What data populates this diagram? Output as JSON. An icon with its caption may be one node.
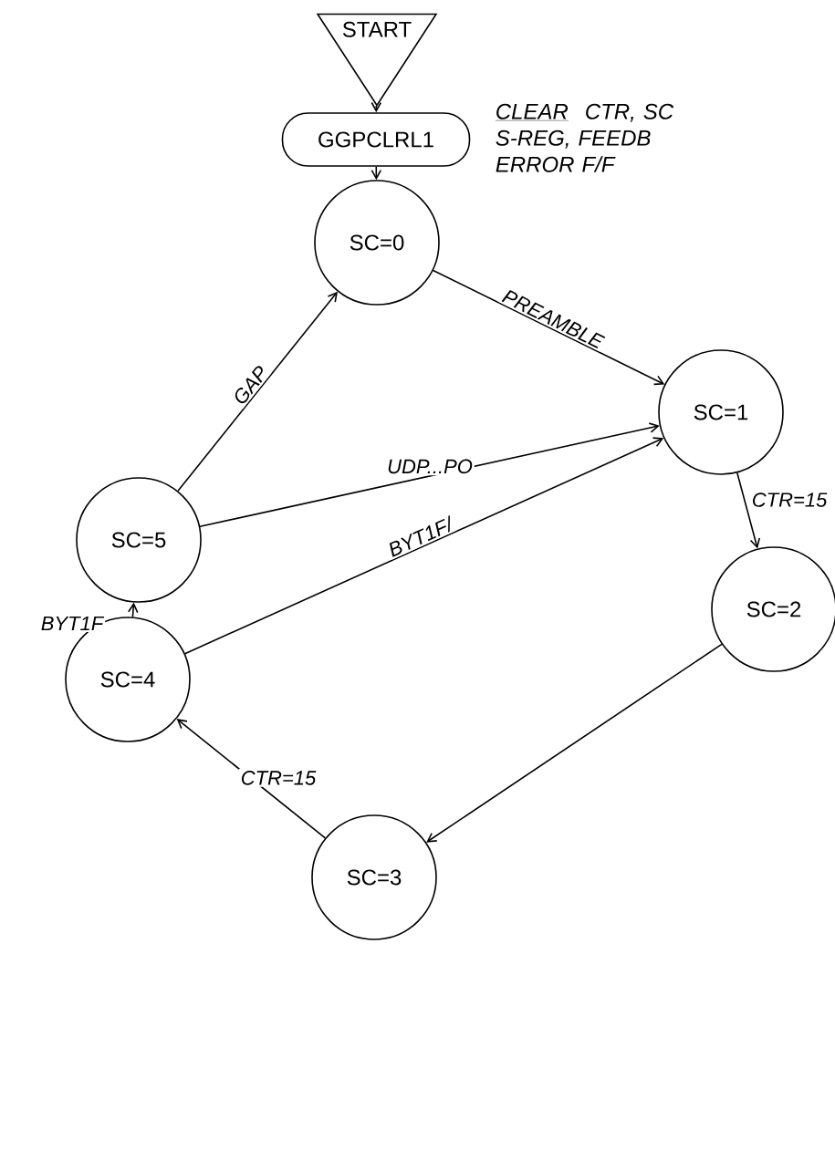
{
  "diagram": {
    "nodes": [
      {
        "text": [
          "START"
        ]
      },
      {
        "text": [
          "GGPCLRL1"
        ],
        "beside": [
          "CLEAR",
          "CTR, SC S-REG, FEEDB ERROR F/F"
        ]
      },
      {
        "text": [
          "SC=0"
        ]
      },
      {
        "text": [
          "SC=1"
        ]
      },
      {
        "text": [
          "SC=2"
        ]
      },
      {
        "text": [
          "SC=3"
        ]
      },
      {
        "text": [
          "SC=4"
        ]
      },
      {
        "text": [
          "SC=5"
        ]
      }
    ],
    "edges": [
      {
        "from": 0,
        "to": 1,
        "arrow": "to"
      },
      {
        "from": 1,
        "to": 2,
        "arrow": "to"
      },
      {
        "from": 2,
        "to": 3,
        "arrow": "to",
        "label": "PREAMBLE"
      },
      {
        "from": 7,
        "to": 2,
        "arrow": "to",
        "label": "GAP"
      },
      {
        "from": 7,
        "to": 3,
        "arrow": "to",
        "label": "UDP...PO"
      },
      {
        "from": 3,
        "to": 4,
        "arrow": "to",
        "label": "CTR=15"
      },
      {
        "from": 4,
        "to": 5,
        "arrow": "to"
      },
      {
        "from": 5,
        "to": 6,
        "arrow": "to",
        "label": "CTR=15"
      },
      {
        "from": 6,
        "to": 7,
        "arrow": "to",
        "label": "BYT1F"
      },
      {
        "from": 6,
        "to": 3,
        "arrow": "to",
        "label": "BYT1F/"
      }
    ]
  }
}
